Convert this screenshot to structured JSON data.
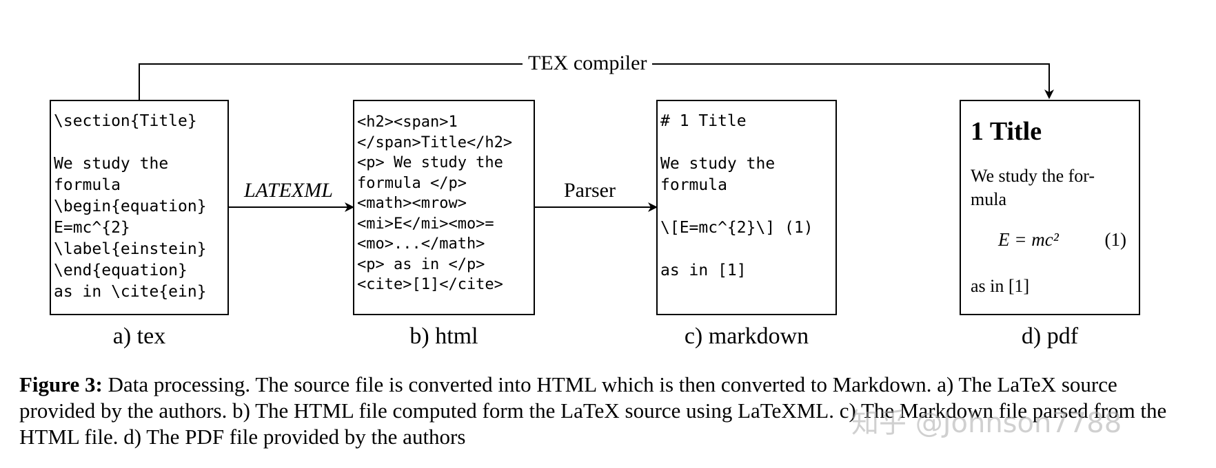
{
  "boxes": {
    "tex": {
      "code": "\\section{Title}\n\nWe study the\nformula\n\\begin{equation}\nE=mc^{2}\n\\label{einstein}\n\\end{equation}\nas in \\cite{ein}",
      "label": "a) tex"
    },
    "html": {
      "code": "<h2><span>1\n</span>Title</h2>\n<p> We study the\nformula </p>\n<math><mrow>\n<mi>E</mi><mo>=\n<mo>...</math>\n<p> as in </p>\n<cite>[1]</cite>",
      "label": "b) html"
    },
    "markdown": {
      "code": "# 1 Title\n\nWe study the\nformula\n\n\\[E=mc^{2}\\] (1)\n\nas in [1]",
      "label": "c) markdown"
    },
    "pdf": {
      "heading": "1   Title",
      "text": "We study the for-\nmula",
      "equation": "E = mc²",
      "equation_number": "(1)",
      "citation_text": "as in [1]",
      "label": "d) pdf"
    }
  },
  "edges": {
    "latexml_label": "LATEXML",
    "parser_label": "Parser",
    "tex_compiler_label": "TEX compiler"
  },
  "caption": {
    "prefix": "Figure 3:",
    "text": " Data processing. The source file is converted into HTML which is then converted to Markdown. a) The LaTeX source provided by the authors. b) The HTML file computed form the LaTeX source using LaTeXML. c) The Markdown file parsed from the HTML file. d) The PDF file provided by the authors"
  },
  "watermark": "知乎 @Johnson7788"
}
